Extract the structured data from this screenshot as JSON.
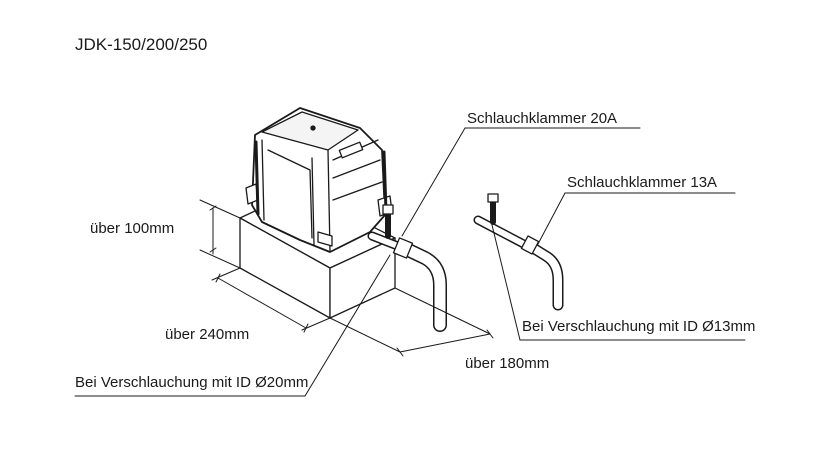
{
  "title": "JDK-150/200/250",
  "labels": {
    "hose_clamp_large": "Schlauchklammer 20A",
    "hose_clamp_small": "Schlauchklammer 13A",
    "height_clearance": "über 100mm",
    "width_clearance": "über 240mm",
    "depth_clearance": "über 180mm",
    "hose_large": "Bei Verschlauchung mit ID Ø20mm",
    "hose_small": "Bei Verschlauchung mit ID Ø13mm"
  },
  "colors": {
    "ink": "#1a1a1a",
    "background": "#ffffff"
  }
}
